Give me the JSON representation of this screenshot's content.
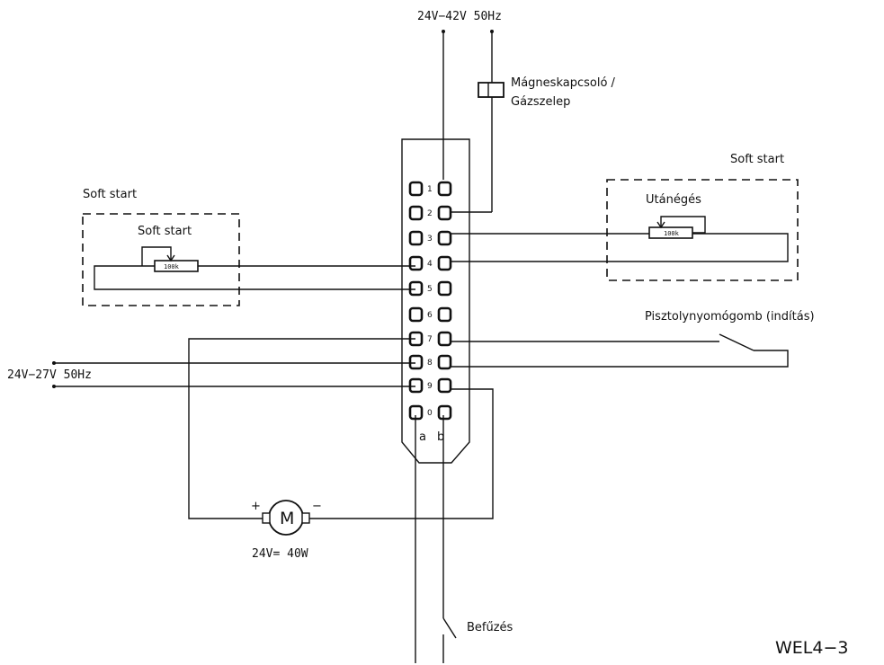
{
  "labels": {
    "supply_top": "24V−42V 50Hz",
    "contactor": "Mágneskapcsoló /",
    "contactor_2": "Gázszelep",
    "softstart_right_title": "Soft start",
    "postgas_label": "Utánégés",
    "softstart_left_title": "Soft start",
    "softstart_left_label": "Soft start",
    "pot_left": "100k",
    "pot_right": "100k",
    "gun_button": "Pisztolynyomógomb (indítás)",
    "supply_left": "24V−27V  50Hz",
    "motor": "M",
    "motor_plus": "+",
    "motor_minus": "−",
    "motor_rating": "24V= 40W",
    "threading": "Befűzés",
    "drawing_id": "WEL4−3",
    "column_a": "a",
    "column_b": "b"
  },
  "terminals": [
    "1",
    "2",
    "3",
    "4",
    "5",
    "6",
    "7",
    "8",
    "9",
    "0"
  ]
}
